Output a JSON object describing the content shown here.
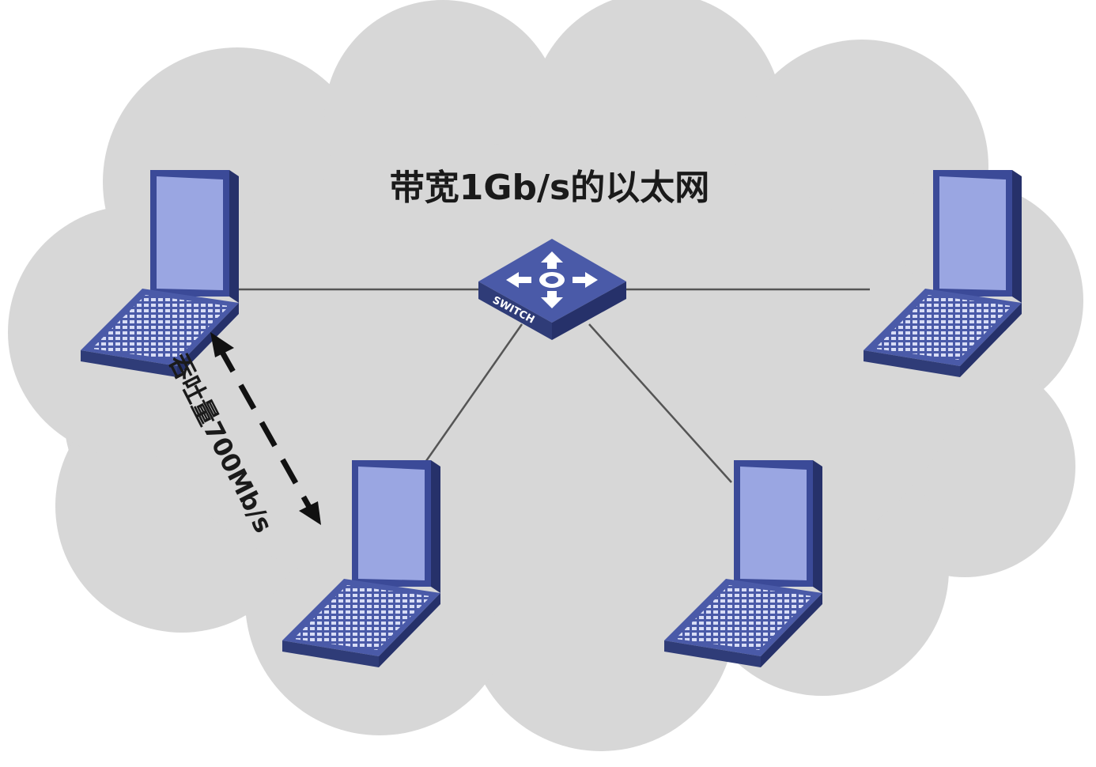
{
  "network": {
    "title": "带宽1Gb/s的以太网",
    "switch_label": "SWITCH",
    "throughput_label": "吞吐量700Mb/s"
  },
  "colors": {
    "cloud": "#d7d7d7",
    "device_dark": "#2f3c78",
    "device_mid": "#4a5aa8",
    "device_screen": "#9aa6e2",
    "link": "#555555"
  },
  "devices": [
    {
      "name": "laptop-top-left",
      "icon": "laptop-icon"
    },
    {
      "name": "laptop-top-right",
      "icon": "laptop-icon"
    },
    {
      "name": "laptop-bottom-left",
      "icon": "laptop-icon"
    },
    {
      "name": "laptop-bottom-right",
      "icon": "laptop-icon"
    },
    {
      "name": "switch",
      "icon": "switch-icon"
    }
  ]
}
